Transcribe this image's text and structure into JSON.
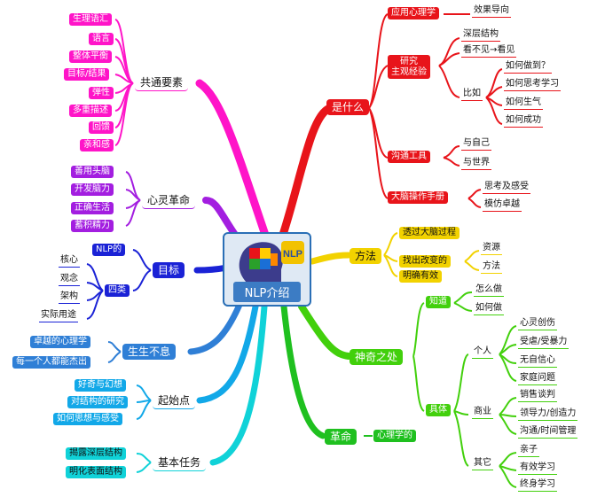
{
  "center": {
    "title": "NLP介绍",
    "logo_text": "NLP"
  },
  "topics": {
    "shi_shenme": {
      "label": "是什么",
      "color": "#e8141a"
    },
    "gongtong": {
      "label": "共通要素",
      "color": "#ff14c8"
    },
    "xinling": {
      "label": "心灵革命",
      "color": "#a31ee0"
    },
    "mubiao": {
      "label": "目标",
      "color": "#1a22d6"
    },
    "shengsheng": {
      "label": "生生不息",
      "color": "#2f7fd6"
    },
    "qishidian": {
      "label": "起始点",
      "color": "#12a8e8"
    },
    "jiben": {
      "label": "基本任务",
      "color": "#10d2d8"
    },
    "fangfa": {
      "label": "方法",
      "color": "#f2d200"
    },
    "shenqi": {
      "label": "神奇之处",
      "color": "#42d00c"
    },
    "geming": {
      "label": "革命",
      "color": "#1fc01f"
    }
  },
  "shi_shenme": {
    "yingyong": "应用心理学",
    "xiaoguo": "效果导向",
    "yanjiu": "研究\n主观经验",
    "shenceng": "深层结构",
    "kanbujian": "看不见→看见",
    "biru": "比如",
    "zuodao": "如何做到？",
    "sikao": "如何思考学习",
    "shengqi": "如何生气",
    "chenggong": "如何成功",
    "goutong": "沟通工具",
    "ziji": "与自己",
    "shijie": "与世界",
    "danao": "大脑操作手册",
    "sikao_ganshou": "思考及感受",
    "mofang": "模仿卓越"
  },
  "gongtong": [
    "生理语汇",
    "语言",
    "整体平衡",
    "目标/结果",
    "弹性",
    "多重描述",
    "回馈",
    "亲和感"
  ],
  "xinling": [
    "善用头脑",
    "开发脑力",
    "正确生活",
    "蓄积精力"
  ],
  "mubiao": {
    "nlp_de": "NLP的",
    "silei": "四类",
    "items": [
      "核心",
      "观念",
      "架构",
      "实际用途"
    ]
  },
  "shengsheng": [
    "卓越的心理学",
    "每一个人都能杰出"
  ],
  "qishidian": [
    "好奇与幻想",
    "对结构的研究",
    "如何思想与感受"
  ],
  "jiben": [
    "揭露深层结构",
    "明化表面结构"
  ],
  "fangfa": {
    "tongguo": "透过大脑过程",
    "zhaochu": "找出改变的",
    "ziyuan": "资源",
    "fangfa": "方法",
    "mingque": "明确有效"
  },
  "shenqi": {
    "zhidao": "知道",
    "zenmezuo": "怎么做",
    "ruhezuo": "如何做",
    "juti": "具体",
    "geren": "个人",
    "geren_items": [
      "心灵创伤",
      "受虐/受暴力",
      "无自信心",
      "家庭问题"
    ],
    "shangye": "商业",
    "shangye_items": [
      "销售谈判",
      "领导力/创造力",
      "沟通/时间管理"
    ],
    "qita": "其它",
    "qita_items": [
      "亲子",
      "有效学习",
      "终身学习"
    ]
  },
  "geming": {
    "xinlixue": "心理学的"
  }
}
